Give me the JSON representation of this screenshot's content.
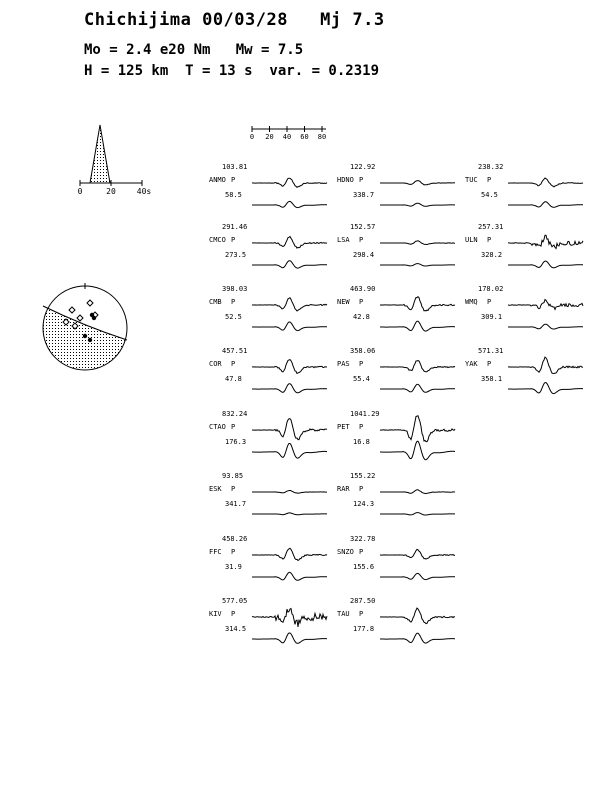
{
  "header": {
    "title": "Chichijima 00/03/28   Mj 7.3",
    "line2": "Mo = 2.4 e20 Nm   Mw = 7.5",
    "line3": "H = 125 km  T = 13 s  var. = 0.2319"
  },
  "time_function": {
    "ticks": [
      "0",
      "20",
      "40s"
    ]
  },
  "time_scale": {
    "ticks": [
      "0",
      "20",
      "40",
      "60",
      "80"
    ]
  },
  "stations": [
    {
      "name": "ANMO",
      "phase": "P",
      "amp": "103.81",
      "az": "58.5",
      "col": 0,
      "row": 0,
      "amp_scale": 1.0
    },
    {
      "name": "CMCO",
      "phase": "P",
      "amp": "291.46",
      "az": "273.5",
      "col": 0,
      "row": 1,
      "amp_scale": 1.2
    },
    {
      "name": "CMB",
      "phase": "P",
      "amp": "398.03",
      "az": "52.5",
      "col": 0,
      "row": 2,
      "amp_scale": 1.4
    },
    {
      "name": "COR",
      "phase": "P",
      "amp": "457.51",
      "az": "47.8",
      "col": 0,
      "row": 3,
      "amp_scale": 1.5
    },
    {
      "name": "CTAO",
      "phase": "P",
      "amp": "832.24",
      "az": "176.3",
      "col": 0,
      "row": 4,
      "amp_scale": 2.4
    },
    {
      "name": "ESK",
      "phase": "P",
      "amp": "93.85",
      "az": "341.7",
      "col": 0,
      "row": 5,
      "amp_scale": 0.3
    },
    {
      "name": "FFC",
      "phase": "P",
      "amp": "458.26",
      "az": "31.9",
      "col": 0,
      "row": 6,
      "amp_scale": 1.3
    },
    {
      "name": "KIV",
      "phase": "P",
      "amp": "577.05",
      "az": "314.5",
      "col": 0,
      "row": 7,
      "amp_scale": 1.7
    },
    {
      "name": "HDNO",
      "phase": "P",
      "amp": "122.92",
      "az": "338.7",
      "col": 1,
      "row": 0,
      "amp_scale": 0.5
    },
    {
      "name": "LSA",
      "phase": "P",
      "amp": "152.57",
      "az": "298.4",
      "col": 1,
      "row": 1,
      "amp_scale": 0.4
    },
    {
      "name": "NEW",
      "phase": "P",
      "amp": "463.90",
      "az": "42.8",
      "col": 1,
      "row": 2,
      "amp_scale": 1.6
    },
    {
      "name": "PAS",
      "phase": "P",
      "amp": "358.06",
      "az": "55.4",
      "col": 1,
      "row": 3,
      "amp_scale": 1.3
    },
    {
      "name": "PET",
      "phase": "P",
      "amp": "1041.29",
      "az": "16.8",
      "col": 1,
      "row": 4,
      "amp_scale": 3.0
    },
    {
      "name": "RAR",
      "phase": "P",
      "amp": "155.22",
      "az": "124.3",
      "col": 1,
      "row": 5,
      "amp_scale": 0.4
    },
    {
      "name": "SNZO",
      "phase": "P",
      "amp": "322.78",
      "az": "155.6",
      "col": 1,
      "row": 6,
      "amp_scale": 1.0
    },
    {
      "name": "TAU",
      "phase": "P",
      "amp": "287.50",
      "az": "177.8",
      "col": 1,
      "row": 7,
      "amp_scale": 1.6
    },
    {
      "name": "TUC",
      "phase": "P",
      "amp": "238.32",
      "az": "54.5",
      "col": 2,
      "row": 0,
      "amp_scale": 0.9
    },
    {
      "name": "ULN",
      "phase": "P",
      "amp": "257.31",
      "az": "328.2",
      "col": 2,
      "row": 1,
      "amp_scale": 1.1
    },
    {
      "name": "WMQ",
      "phase": "P",
      "amp": "178.02",
      "az": "309.1",
      "col": 2,
      "row": 2,
      "amp_scale": 0.8
    },
    {
      "name": "YAK",
      "phase": "P",
      "amp": "571.31",
      "az": "358.1",
      "col": 2,
      "row": 3,
      "amp_scale": 1.8
    }
  ]
}
